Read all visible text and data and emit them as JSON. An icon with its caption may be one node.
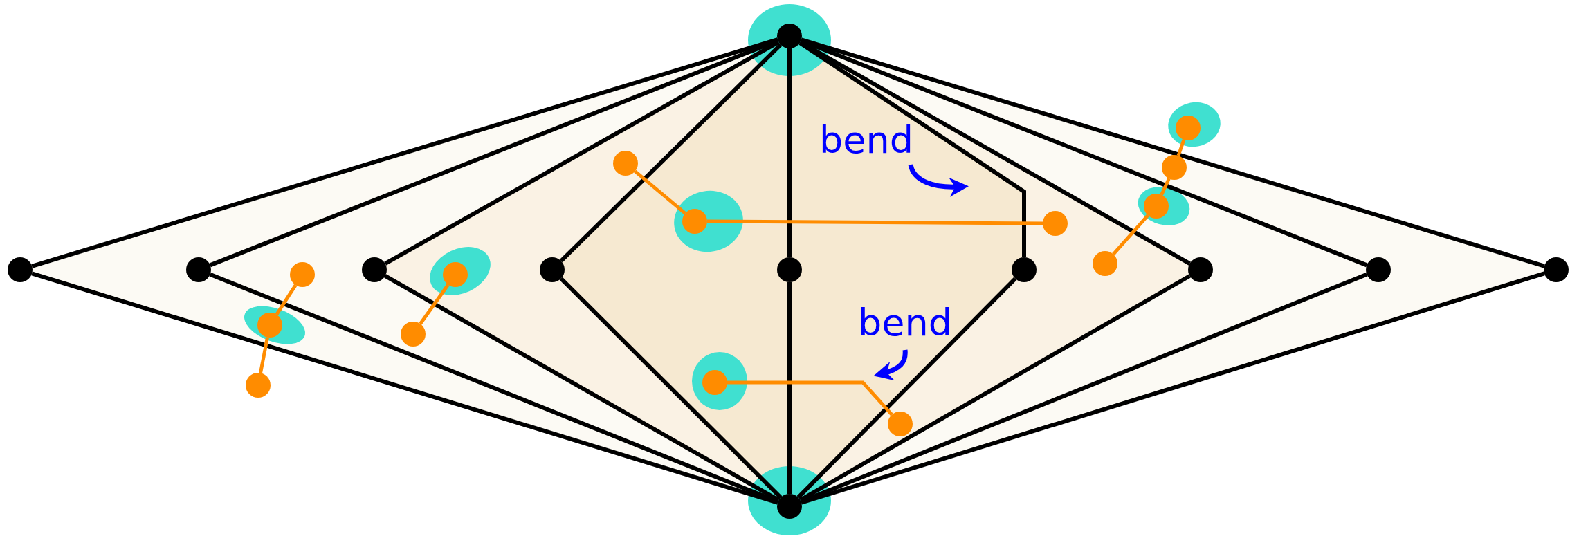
{
  "diagram": {
    "nodes": [
      {
        "text": [],
        "shape": "circle"
      },
      {
        "text": [],
        "shape": "circle"
      },
      {
        "text": [],
        "shape": "circle"
      },
      {
        "text": [],
        "shape": "circle"
      },
      {
        "text": [],
        "shape": "circle"
      },
      {
        "text": [],
        "shape": "circle"
      },
      {
        "text": [],
        "shape": "circle"
      },
      {
        "text": [],
        "shape": "circle"
      },
      {
        "text": [],
        "shape": "circle"
      },
      {
        "text": [],
        "shape": "circle"
      },
      {
        "text": [],
        "shape": "circle"
      },
      {
        "text": [],
        "shape": "circle"
      },
      {
        "text": [],
        "shape": "circle"
      },
      {
        "text": [],
        "shape": "circle"
      },
      {
        "text": [],
        "shape": "circle"
      },
      {
        "text": [],
        "shape": "circle"
      },
      {
        "text": [],
        "shape": "circle"
      },
      {
        "text": [],
        "shape": "circle"
      },
      {
        "text": [],
        "shape": "circle"
      },
      {
        "text": [],
        "shape": "circle"
      },
      {
        "text": [],
        "shape": "circle"
      },
      {
        "text": [],
        "shape": "circle"
      },
      {
        "text": [],
        "shape": "circle"
      },
      {
        "text": [],
        "shape": "circle"
      },
      {
        "text": [],
        "shape": "circle"
      }
    ],
    "edges": [
      {
        "from": 0,
        "to": 1,
        "arrow": "none"
      },
      {
        "from": 0,
        "to": 2,
        "arrow": "none"
      },
      {
        "from": 0,
        "to": 3,
        "arrow": "none"
      },
      {
        "from": 0,
        "to": 4,
        "arrow": "none"
      },
      {
        "from": 0,
        "to": 5,
        "arrow": "none"
      },
      {
        "from": 0,
        "to": 6,
        "arrow": "none"
      },
      {
        "from": 0,
        "to": 7,
        "arrow": "none"
      },
      {
        "from": 0,
        "to": 8,
        "arrow": "none"
      },
      {
        "from": 0,
        "to": 9,
        "arrow": "none"
      },
      {
        "from": 10,
        "to": 1,
        "arrow": "none"
      },
      {
        "from": 10,
        "to": 2,
        "arrow": "none"
      },
      {
        "from": 10,
        "to": 3,
        "arrow": "none"
      },
      {
        "from": 10,
        "to": 4,
        "arrow": "none"
      },
      {
        "from": 10,
        "to": 5,
        "arrow": "none"
      },
      {
        "from": 10,
        "to": 6,
        "arrow": "none"
      },
      {
        "from": 10,
        "to": 7,
        "arrow": "none"
      },
      {
        "from": 10,
        "to": 8,
        "arrow": "none"
      },
      {
        "from": 10,
        "to": 9,
        "arrow": "none"
      },
      {
        "from": 11,
        "to": 12,
        "arrow": "none",
        "color": "#ff8c00"
      },
      {
        "from": 12,
        "to": 13,
        "arrow": "none",
        "color": "#ff8c00"
      },
      {
        "from": 14,
        "to": 15,
        "arrow": "none",
        "color": "#ff8c00"
      },
      {
        "from": 16,
        "to": 17,
        "arrow": "none",
        "color": "#ff8c00"
      },
      {
        "from": 17,
        "to": 18,
        "arrow": "none",
        "color": "#ff8c00"
      },
      {
        "from": 19,
        "to": 20,
        "arrow": "none",
        "color": "#ff8c00"
      },
      {
        "from": 20,
        "to": 21,
        "arrow": "none",
        "color": "#ff8c00"
      },
      {
        "from": 21,
        "to": 22,
        "arrow": "none",
        "color": "#ff8c00"
      },
      {
        "from": 23,
        "to": 24,
        "arrow": "none",
        "color": "#ff8c00"
      }
    ],
    "labels": [
      "bend",
      "bend"
    ]
  }
}
